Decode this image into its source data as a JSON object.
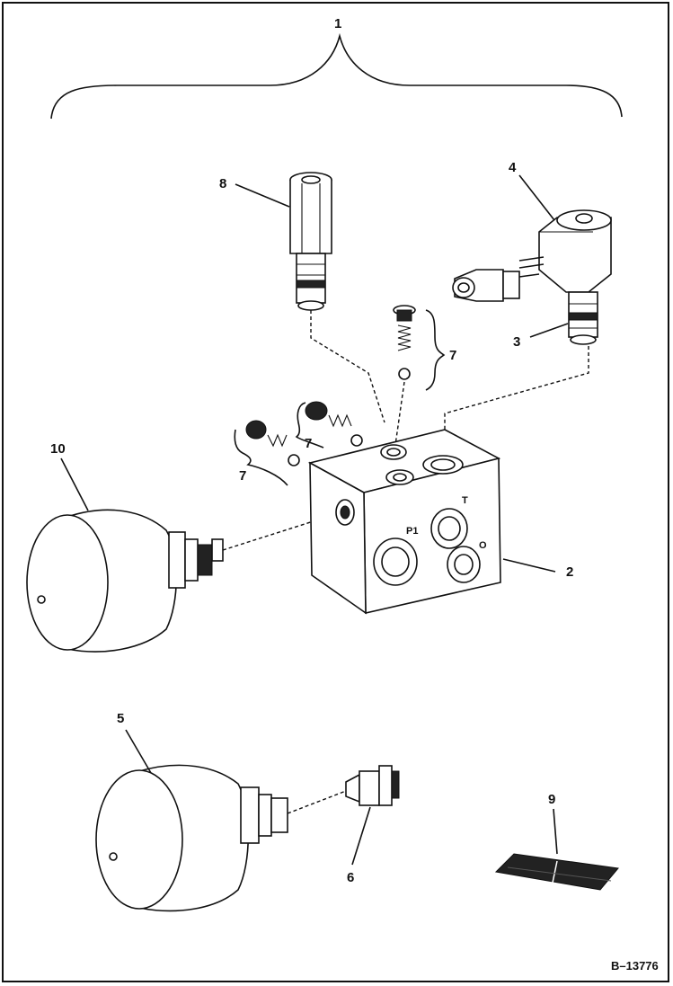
{
  "callouts": {
    "c1": "1",
    "c2": "2",
    "c3": "3",
    "c4": "4",
    "c5": "5",
    "c6": "6",
    "c7a": "7",
    "c7b": "7",
    "c7c": "7",
    "c8": "8",
    "c9": "9",
    "c10": "10"
  },
  "ports": {
    "p1": "P1",
    "t": "T",
    "o": "O"
  },
  "reference": "B–13776"
}
